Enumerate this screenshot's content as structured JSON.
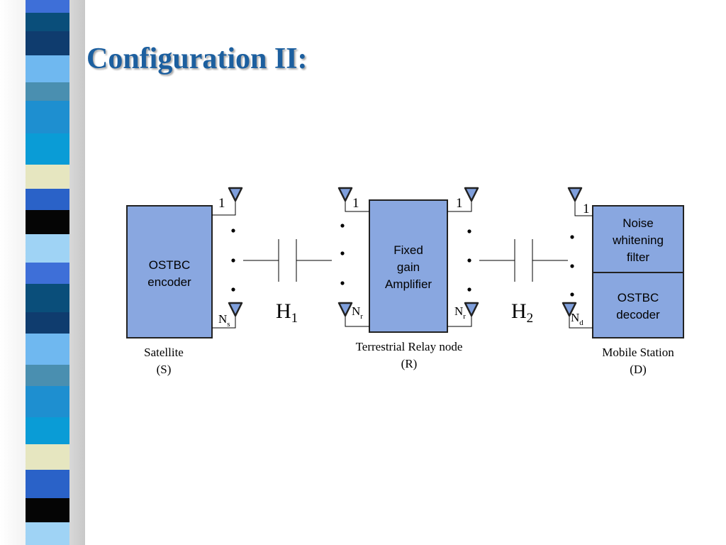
{
  "slide": {
    "title": "Configuration II:"
  },
  "colors": {
    "title": "#1c5f9f",
    "box_fill": "#89a7e0",
    "antenna_fill": "#7f9fdc"
  },
  "diagram": {
    "satellite": {
      "block_line1": "OSTBC",
      "block_line2": "encoder",
      "antenna_top": "1",
      "antenna_bottom_main": "N",
      "antenna_bottom_sub": "s",
      "caption_line1": "Satellite",
      "caption_line2": "(S)"
    },
    "channel1": {
      "main": "H",
      "sub": "1"
    },
    "relay": {
      "block_line1": "Fixed",
      "block_line2": "gain",
      "block_line3": "Amplifier",
      "in_top": "1",
      "in_bottom_main": "N",
      "in_bottom_sub": "r",
      "out_top": "1",
      "out_bottom_main": "N",
      "out_bottom_sub": "r",
      "caption_line1": "Terrestrial Relay node",
      "caption_line2": "(R)"
    },
    "channel2": {
      "main": "H",
      "sub": "2"
    },
    "mobile": {
      "filter_line1": "Noise",
      "filter_line2": "whitening",
      "filter_line3": "filter",
      "decoder_line1": "OSTBC",
      "decoder_line2": "decoder",
      "antenna_top": "1",
      "antenna_bottom_main": "N",
      "antenna_bottom_sub": "d",
      "caption_line1": "Mobile Station",
      "caption_line2": "(D)"
    }
  }
}
